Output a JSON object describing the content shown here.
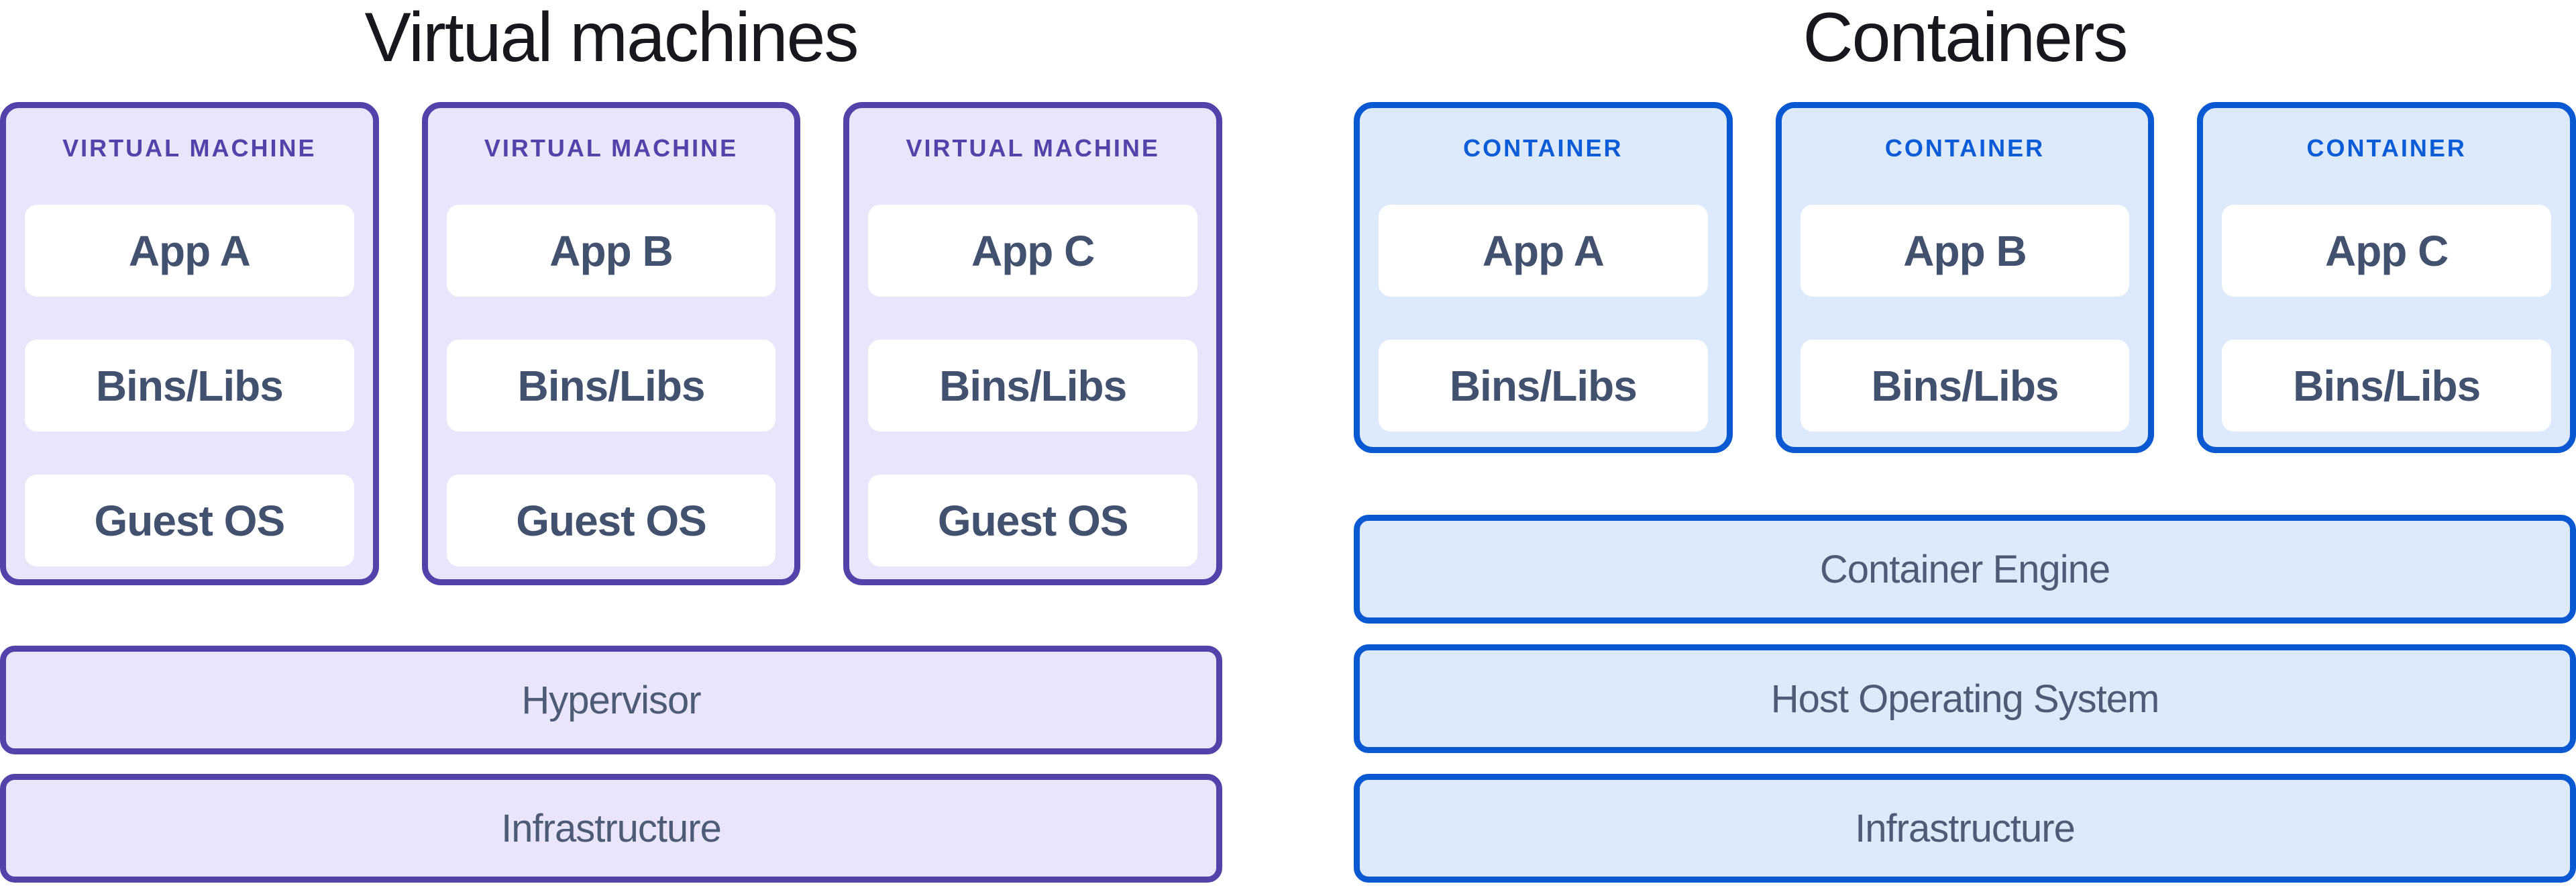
{
  "colors": {
    "vm_border": "#5243aa",
    "vm_fill": "#e9e5fa",
    "vm_header_text": "#5243aa",
    "container_border": "#0a58d2",
    "container_fill": "#dceafc",
    "container_header_text": "#0b5cd6",
    "layer_text": "#42526e",
    "bar_text": "#4d5b74",
    "title_text": "#17171d",
    "layer_box_fill": "#ffffff"
  },
  "vm": {
    "title": "Virtual machines",
    "cards": [
      {
        "header": "VIRTUAL MACHINE",
        "boxes": [
          "App A",
          "Bins/Libs",
          "Guest OS"
        ]
      },
      {
        "header": "VIRTUAL MACHINE",
        "boxes": [
          "App B",
          "Bins/Libs",
          "Guest OS"
        ]
      },
      {
        "header": "VIRTUAL MACHINE",
        "boxes": [
          "App C",
          "Bins/Libs",
          "Guest OS"
        ]
      }
    ],
    "bars": [
      "Hypervisor",
      "Infrastructure"
    ]
  },
  "containers": {
    "title": "Containers",
    "cards": [
      {
        "header": "CONTAINER",
        "boxes": [
          "App A",
          "Bins/Libs"
        ]
      },
      {
        "header": "CONTAINER",
        "boxes": [
          "App B",
          "Bins/Libs"
        ]
      },
      {
        "header": "CONTAINER",
        "boxes": [
          "App C",
          "Bins/Libs"
        ]
      }
    ],
    "bars": [
      "Container Engine",
      "Host Operating System",
      "Infrastructure"
    ]
  }
}
